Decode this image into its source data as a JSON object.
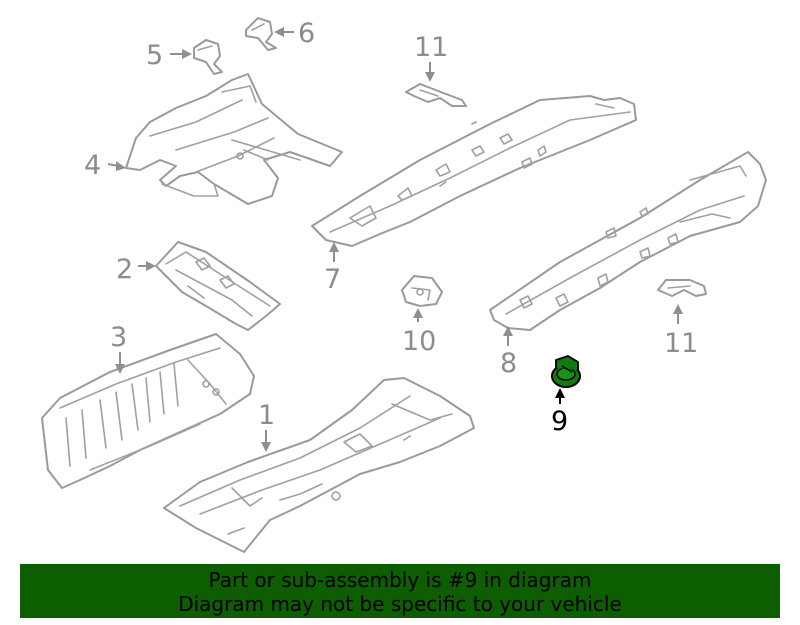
{
  "callouts": {
    "c1": "1",
    "c2": "2",
    "c3": "3",
    "c4": "4",
    "c5": "5",
    "c6": "6",
    "c7": "7",
    "c8": "8",
    "c9": "9",
    "c10": "10",
    "c11a": "11",
    "c11b": "11"
  },
  "highlight": {
    "part": "9",
    "color": "#0d5e00"
  },
  "banner": {
    "line1": "Part or sub-assembly is #9 in diagram",
    "line2": "Diagram may not be specific to your vehicle",
    "color": "#0d5e00"
  }
}
